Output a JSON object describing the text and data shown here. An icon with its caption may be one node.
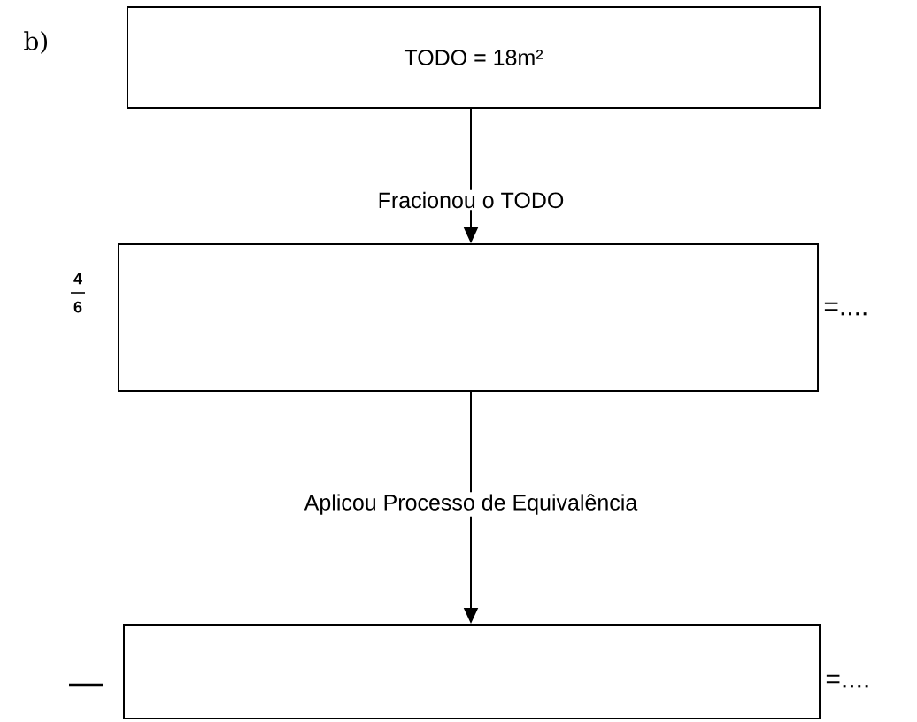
{
  "diagram": {
    "nodes": [
      {
        "text": [
          "TODO = 18m²"
        ]
      },
      {
        "text": [],
        "shape": "box",
        "beside": [
          "4",
          "6",
          "=...."
        ]
      },
      {
        "text": [],
        "shape": "box",
        "beside": [
          "=...."
        ]
      }
    ],
    "edges": [
      {
        "from": 0,
        "to": 1,
        "arrow": "to",
        "label": "Fracionou o TODO"
      },
      {
        "from": 1,
        "to": 2,
        "arrow": "to",
        "label": "Aplicou Processo de Equivalência"
      }
    ],
    "labels": [
      "b)"
    ]
  }
}
